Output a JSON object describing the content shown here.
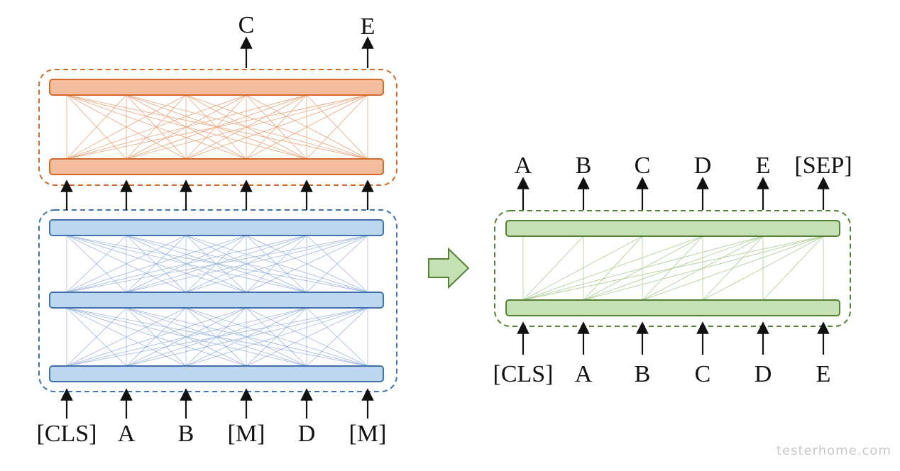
{
  "colors": {
    "orange_fill": "#F4BE9E",
    "orange_stroke": "#D56A2A",
    "orange_line": "#E9A57C",
    "blue_fill": "#BDD7EE",
    "blue_stroke": "#3F72AF",
    "blue_line": "#9FB7DE",
    "green_fill": "#C5E0B3",
    "green_stroke": "#548235",
    "green_line": "#A9CC91",
    "arrow": "#111111"
  },
  "left_model": {
    "input_tokens": [
      "[CLS]",
      "A",
      "B",
      "[M]",
      "D",
      "[M]"
    ],
    "output_tokens": [
      "C",
      "E"
    ],
    "decoder_attention": "bidirectional",
    "encoder_attention": "bidirectional"
  },
  "transition_icon": "right-arrow-icon",
  "right_model": {
    "input_tokens": [
      "[CLS]",
      "A",
      "B",
      "C",
      "D",
      "E"
    ],
    "output_tokens": [
      "A",
      "B",
      "C",
      "D",
      "E",
      "[SEP]"
    ],
    "attention": "causal"
  },
  "watermark": "testerhome.com"
}
